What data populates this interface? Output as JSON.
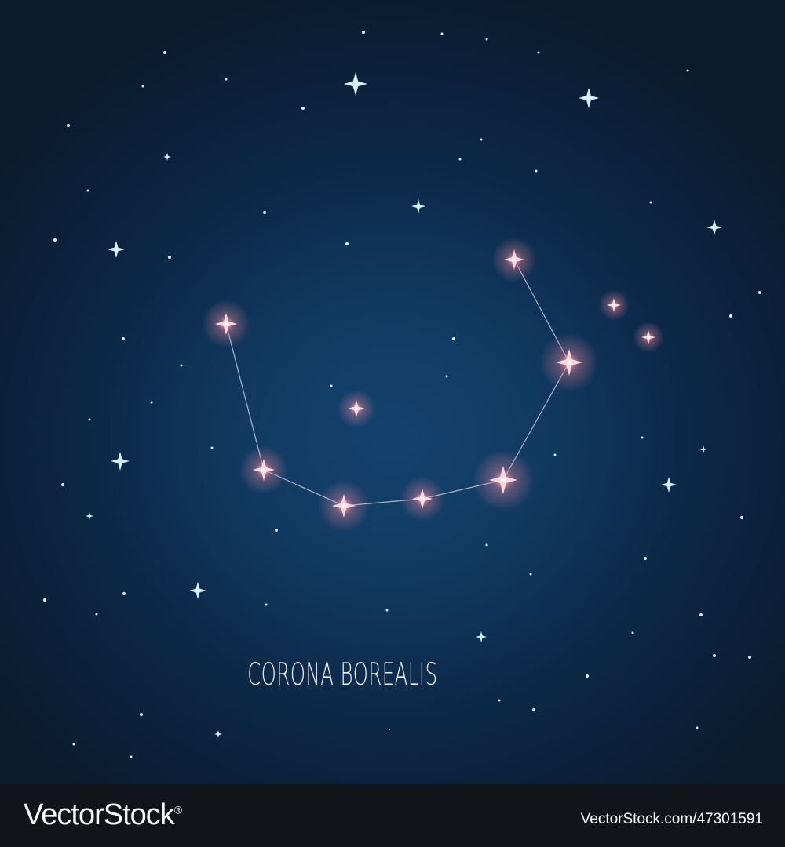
{
  "scene": {
    "constellation_name": "CORONA BOREALIS",
    "colors": {
      "sky_center": "#14426f",
      "sky_edge": "#0a1b2e",
      "featured_star": "#ffd6dc",
      "featured_glow": "#ff8da0",
      "background_star": "#d6f0ff",
      "line": "#c9cdd8"
    }
  },
  "footer": {
    "brand": "VectorStock",
    "registered_mark": "®",
    "stock_id": "VectorStock.com/47301591"
  }
}
